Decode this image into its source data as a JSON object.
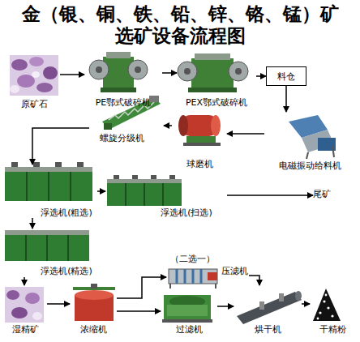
{
  "diagram": {
    "title": "金（银、铜、铁、铅、锌、铬、锰）矿 选矿设备流程图",
    "nodes": [
      {
        "text": [
          "原矿石"
        ]
      },
      {
        "text": [
          "PE鄂式破碎机"
        ]
      },
      {
        "text": [
          "PEX鄂式破碎机"
        ]
      },
      {
        "text": [
          "料仓"
        ]
      },
      {
        "text": [
          "电磁振动给料机"
        ]
      },
      {
        "text": [
          "球磨机"
        ]
      },
      {
        "text": [
          "螺旋分级机"
        ]
      },
      {
        "text": [
          "浮选机(粗选)"
        ]
      },
      {
        "text": [
          "浮选机(扫选)"
        ]
      },
      {
        "text": [
          "尾矿"
        ]
      },
      {
        "text": [
          "浮选机(精选)"
        ]
      },
      {
        "text": [
          "湿精矿"
        ]
      },
      {
        "text": [
          "浓缩机"
        ]
      },
      {
        "text": [
          "压滤机"
        ]
      },
      {
        "text": [
          "过滤机"
        ]
      },
      {
        "text": [
          "烘干机"
        ]
      },
      {
        "text": [
          "干精粉"
        ]
      }
    ],
    "edges": [
      {
        "from": 0,
        "to": 1,
        "arrow": "to"
      },
      {
        "from": 1,
        "to": 2,
        "arrow": "to"
      },
      {
        "from": 2,
        "to": 3,
        "arrow": "to"
      },
      {
        "from": 3,
        "to": 4,
        "arrow": "to"
      },
      {
        "from": 4,
        "to": 5,
        "arrow": "to"
      },
      {
        "from": 5,
        "to": 6,
        "arrow": "to"
      },
      {
        "from": 6,
        "to": 7,
        "arrow": "to"
      },
      {
        "from": 7,
        "to": 8,
        "arrow": "to"
      },
      {
        "from": 8,
        "to": 9,
        "arrow": "to"
      },
      {
        "from": 7,
        "to": 10,
        "arrow": "to"
      },
      {
        "from": 10,
        "to": 11,
        "arrow": "to"
      },
      {
        "from": 11,
        "to": 12,
        "arrow": "to"
      },
      {
        "from": 12,
        "to": 13,
        "arrow": "to"
      },
      {
        "from": 12,
        "to": 14,
        "arrow": "to"
      },
      {
        "from": 13,
        "to": 15,
        "arrow": "to"
      },
      {
        "from": 14,
        "to": 15,
        "arrow": "to"
      },
      {
        "from": 15,
        "to": 16,
        "arrow": "to"
      }
    ],
    "labels": [
      "（二选一）"
    ]
  }
}
